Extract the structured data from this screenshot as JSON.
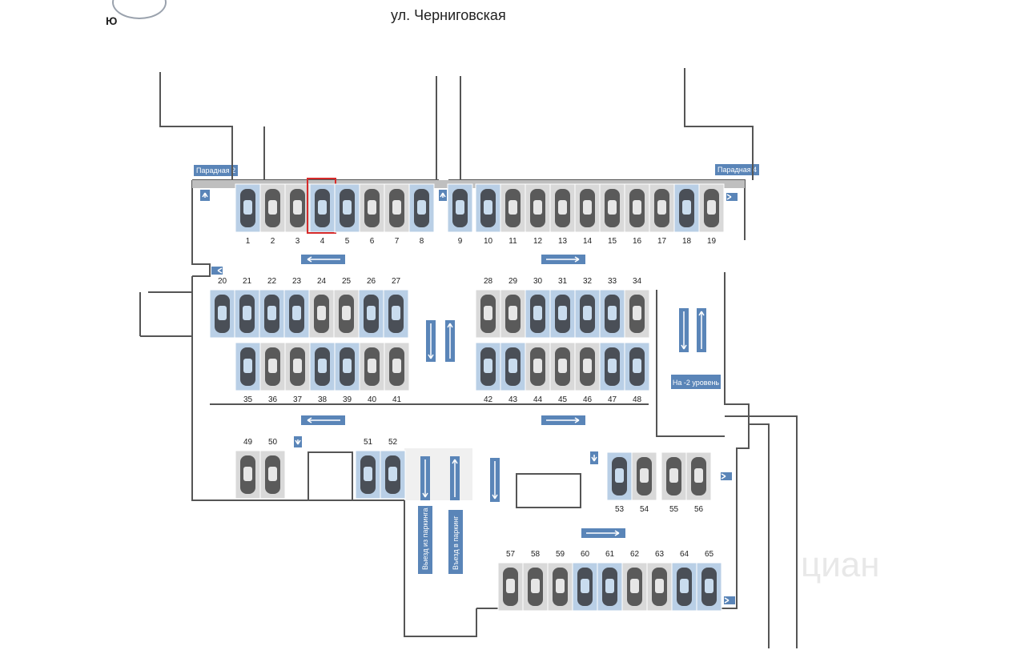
{
  "street_label": "ул. Черниговская",
  "compass_letter": "Ю",
  "entrances": {
    "entrance_2": "Парадная 2",
    "entrance_4": "Парадная 4"
  },
  "ramp_label": "На -2 уровень",
  "exit_label": "Выезд из паркинга",
  "entry_label": "Въезд в паркинг",
  "watermark": "циан",
  "colors": {
    "available": "#b9cfe6",
    "occupied": "#d9d9d9",
    "arrow": "#5a85b8",
    "highlight": "#d62b2b",
    "wall": "#555555"
  },
  "selected_spot": "4",
  "spots": [
    {
      "n": "1",
      "s": "a"
    },
    {
      "n": "2",
      "s": "o"
    },
    {
      "n": "3",
      "s": "o"
    },
    {
      "n": "4",
      "s": "a"
    },
    {
      "n": "5",
      "s": "a"
    },
    {
      "n": "6",
      "s": "o"
    },
    {
      "n": "7",
      "s": "o"
    },
    {
      "n": "8",
      "s": "a"
    },
    {
      "n": "9",
      "s": "a"
    },
    {
      "n": "10",
      "s": "a"
    },
    {
      "n": "11",
      "s": "o"
    },
    {
      "n": "12",
      "s": "o"
    },
    {
      "n": "13",
      "s": "o"
    },
    {
      "n": "14",
      "s": "o"
    },
    {
      "n": "15",
      "s": "o"
    },
    {
      "n": "16",
      "s": "o"
    },
    {
      "n": "17",
      "s": "o"
    },
    {
      "n": "18",
      "s": "a"
    },
    {
      "n": "19",
      "s": "o"
    },
    {
      "n": "20",
      "s": "a"
    },
    {
      "n": "21",
      "s": "a"
    },
    {
      "n": "22",
      "s": "a"
    },
    {
      "n": "23",
      "s": "a"
    },
    {
      "n": "24",
      "s": "o"
    },
    {
      "n": "25",
      "s": "o"
    },
    {
      "n": "26",
      "s": "a"
    },
    {
      "n": "27",
      "s": "a"
    },
    {
      "n": "28",
      "s": "o"
    },
    {
      "n": "29",
      "s": "o"
    },
    {
      "n": "30",
      "s": "a"
    },
    {
      "n": "31",
      "s": "a"
    },
    {
      "n": "32",
      "s": "a"
    },
    {
      "n": "33",
      "s": "a"
    },
    {
      "n": "34",
      "s": "o"
    },
    {
      "n": "35",
      "s": "a"
    },
    {
      "n": "36",
      "s": "o"
    },
    {
      "n": "37",
      "s": "o"
    },
    {
      "n": "38",
      "s": "a"
    },
    {
      "n": "39",
      "s": "a"
    },
    {
      "n": "40",
      "s": "o"
    },
    {
      "n": "41",
      "s": "o"
    },
    {
      "n": "42",
      "s": "a"
    },
    {
      "n": "43",
      "s": "a"
    },
    {
      "n": "44",
      "s": "o"
    },
    {
      "n": "45",
      "s": "o"
    },
    {
      "n": "46",
      "s": "o"
    },
    {
      "n": "47",
      "s": "a"
    },
    {
      "n": "48",
      "s": "a"
    },
    {
      "n": "49",
      "s": "o"
    },
    {
      "n": "50",
      "s": "o"
    },
    {
      "n": "51",
      "s": "a"
    },
    {
      "n": "52",
      "s": "a"
    },
    {
      "n": "53",
      "s": "a"
    },
    {
      "n": "54",
      "s": "o"
    },
    {
      "n": "55",
      "s": "o"
    },
    {
      "n": "56",
      "s": "o"
    },
    {
      "n": "57",
      "s": "o"
    },
    {
      "n": "58",
      "s": "o"
    },
    {
      "n": "59",
      "s": "o"
    },
    {
      "n": "60",
      "s": "a"
    },
    {
      "n": "61",
      "s": "a"
    },
    {
      "n": "62",
      "s": "o"
    },
    {
      "n": "63",
      "s": "o"
    },
    {
      "n": "64",
      "s": "a"
    },
    {
      "n": "65",
      "s": "a"
    }
  ]
}
